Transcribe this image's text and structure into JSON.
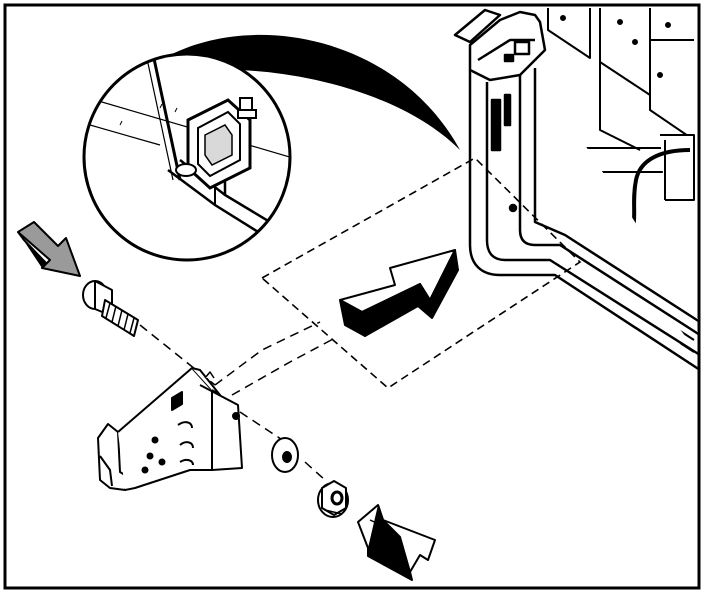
{
  "figure": {
    "type": "assembly-instruction-illustration",
    "palette": {
      "ink": "#000000",
      "paper": "#ffffff",
      "shade": "#d9d9d9",
      "mid_gray": "#9a9a9a"
    },
    "components": {
      "bolt": "shoulder-bolt-icon",
      "washer": "flat-washer-icon",
      "nut": "flange-nut-icon",
      "bracket": "mounting-bracket-icon",
      "frame": "mower-frame-icon",
      "detail": "magnified-detail-callout"
    },
    "arrows": [
      "insert-bolt-arrow",
      "install-nut-arrow",
      "slide-bracket-arrow"
    ]
  }
}
